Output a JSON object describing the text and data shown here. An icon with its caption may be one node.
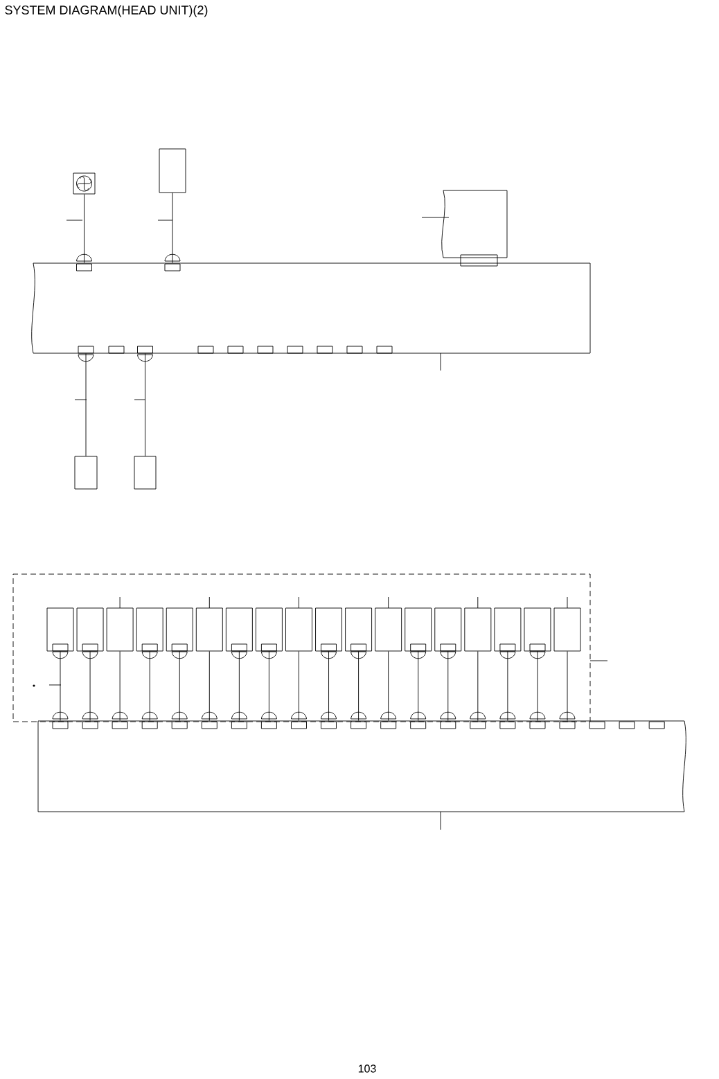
{
  "diagram": {
    "title": "SYSTEM DIAGRAM(HEAD UNIT)(2)",
    "nodes": [
      {
        "text": [],
        "shape": "fan"
      },
      {
        "text": [],
        "shape": "box"
      },
      {
        "text": [],
        "shape": "board"
      },
      {
        "text": [],
        "shape": "board"
      },
      {
        "text": [],
        "shape": "box"
      },
      {
        "text": [],
        "shape": "box"
      },
      {
        "text": [],
        "shape": "group"
      },
      {
        "text": [],
        "shape": "box",
        "in": 6
      },
      {
        "text": [],
        "shape": "box",
        "in": 6
      },
      {
        "text": [],
        "shape": "box",
        "in": 6
      },
      {
        "text": [],
        "shape": "box",
        "in": 6
      },
      {
        "text": [],
        "shape": "box",
        "in": 6
      },
      {
        "text": [],
        "shape": "box",
        "in": 6
      },
      {
        "text": [],
        "shape": "box",
        "in": 6
      },
      {
        "text": [],
        "shape": "box",
        "in": 6
      },
      {
        "text": [],
        "shape": "box",
        "in": 6
      },
      {
        "text": [],
        "shape": "box",
        "in": 6
      },
      {
        "text": [],
        "shape": "box",
        "in": 6
      },
      {
        "text": [],
        "shape": "box",
        "in": 6
      },
      {
        "text": [],
        "shape": "box",
        "in": 6
      },
      {
        "text": [],
        "shape": "box",
        "in": 6
      },
      {
        "text": [],
        "shape": "box",
        "in": 6
      },
      {
        "text": [],
        "shape": "box",
        "in": 6
      },
      {
        "text": [],
        "shape": "box",
        "in": 6
      },
      {
        "text": [],
        "shape": "box",
        "in": 6
      },
      {
        "text": [],
        "shape": "board"
      }
    ],
    "edges": [
      {
        "from": 0,
        "to": 3,
        "arrow": "other"
      },
      {
        "from": 1,
        "to": 3,
        "arrow": "other"
      },
      {
        "from": 3,
        "to": 4,
        "arrow": "other"
      },
      {
        "from": 3,
        "to": 5,
        "arrow": "other"
      },
      {
        "from": 7,
        "to": 25,
        "arrow": "other"
      },
      {
        "from": 8,
        "to": 25,
        "arrow": "other"
      },
      {
        "from": 9,
        "to": 25,
        "arrow": "other"
      },
      {
        "from": 10,
        "to": 25,
        "arrow": "other"
      },
      {
        "from": 11,
        "to": 25,
        "arrow": "other"
      },
      {
        "from": 12,
        "to": 25,
        "arrow": "other"
      },
      {
        "from": 13,
        "to": 25,
        "arrow": "other"
      },
      {
        "from": 14,
        "to": 25,
        "arrow": "other"
      },
      {
        "from": 15,
        "to": 25,
        "arrow": "other"
      },
      {
        "from": 16,
        "to": 25,
        "arrow": "other"
      },
      {
        "from": 17,
        "to": 25,
        "arrow": "other"
      },
      {
        "from": 18,
        "to": 25,
        "arrow": "other"
      },
      {
        "from": 19,
        "to": 25,
        "arrow": "other"
      },
      {
        "from": 20,
        "to": 25,
        "arrow": "other"
      },
      {
        "from": 21,
        "to": 25,
        "arrow": "other"
      },
      {
        "from": 22,
        "to": 25,
        "arrow": "other"
      },
      {
        "from": 23,
        "to": 25,
        "arrow": "other"
      },
      {
        "from": 24,
        "to": 25,
        "arrow": "other"
      }
    ],
    "labels": [
      "103"
    ]
  }
}
